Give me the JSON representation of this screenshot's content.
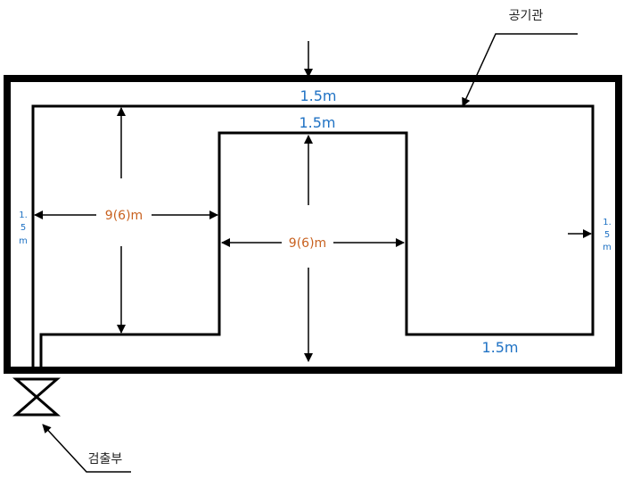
{
  "labels": {
    "air_pipe": "공기관",
    "detector": "검출부",
    "spacing_top_outer": "1.5m",
    "spacing_top_inner": "1.5m",
    "spacing_bottom_right": "1.5m",
    "spacing_left": [
      "1.",
      "5",
      "m"
    ],
    "spacing_right": [
      "1.",
      "5",
      "m"
    ],
    "distance_left": "9(6)m",
    "distance_center": "9(6)m"
  },
  "colors": {
    "line": "#000000",
    "measure_blue": "#1f72c4",
    "measure_orange": "#c8611f",
    "text": "#222222"
  }
}
